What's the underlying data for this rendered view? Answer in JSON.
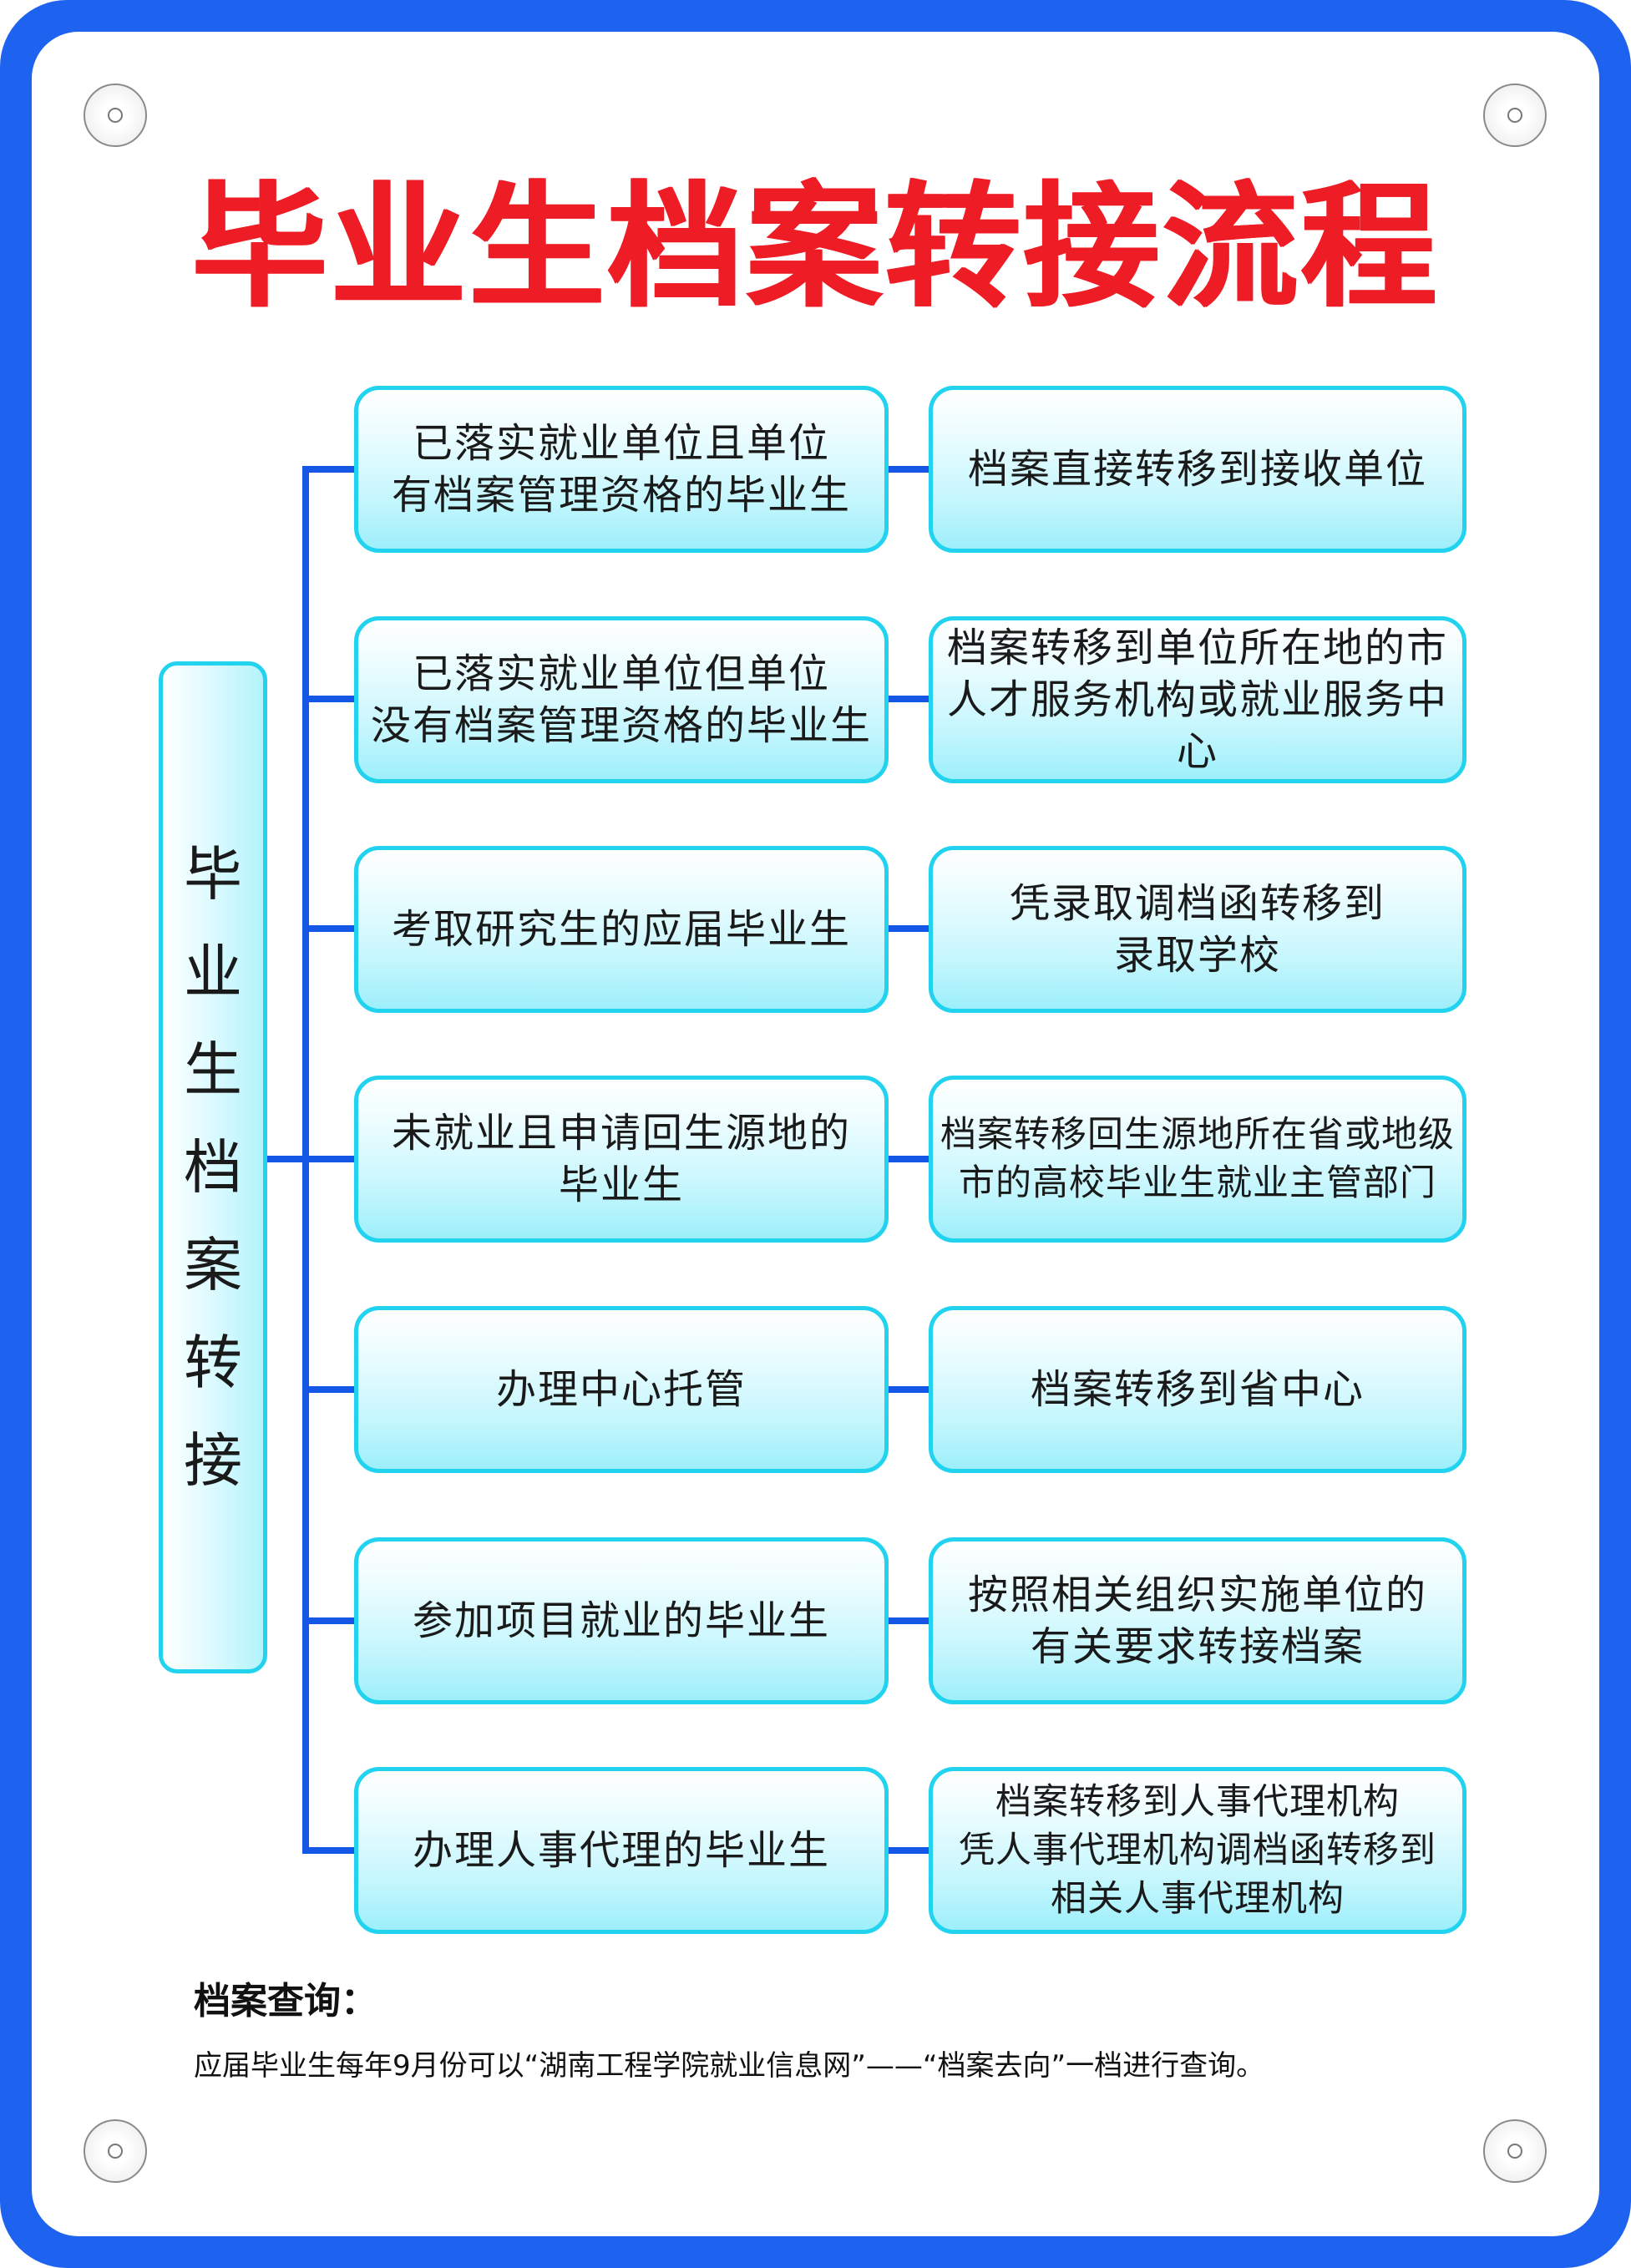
{
  "title": "毕业生档案转接流程",
  "root": {
    "label": "毕业生档案转接",
    "chars": [
      "毕",
      "业",
      "生",
      "档",
      "案",
      "转",
      "接"
    ]
  },
  "rows": [
    {
      "condition": "已落实就业单位且单位\n有档案管理资格的毕业生",
      "action": "档案直接转移到接收单位"
    },
    {
      "condition": "已落实就业单位但单位\n没有档案管理资格的毕业生",
      "action": "档案转移到单位所在地的市\n人才服务机构或就业服务中心"
    },
    {
      "condition": "考取研究生的应届毕业生",
      "action": "凭录取调档函转移到\n录取学校"
    },
    {
      "condition": "未就业且申请回生源地的\n毕业生",
      "action": "档案转移回生源地所在省或地级\n市的高校毕业生就业主管部门"
    },
    {
      "condition": "办理中心托管",
      "action": "档案转移到省中心"
    },
    {
      "condition": "参加项目就业的毕业生",
      "action": "按照相关组织实施单位的\n有关要求转接档案"
    },
    {
      "condition": "办理人事代理的毕业生",
      "action": "档案转移到人事代理机构\n凭人事代理机构调档函转移到\n相关人事代理机构"
    }
  ],
  "query": {
    "heading": "档案查询：",
    "text": "应届毕业生每年9月份可以“湖南工程学院就业信息网”——“档案去向”一档进行查询。"
  },
  "colors": {
    "frame": "#1d63f0",
    "title": "#ee1c25",
    "box_border": "#22d3ef",
    "connector": "#1457e6"
  }
}
